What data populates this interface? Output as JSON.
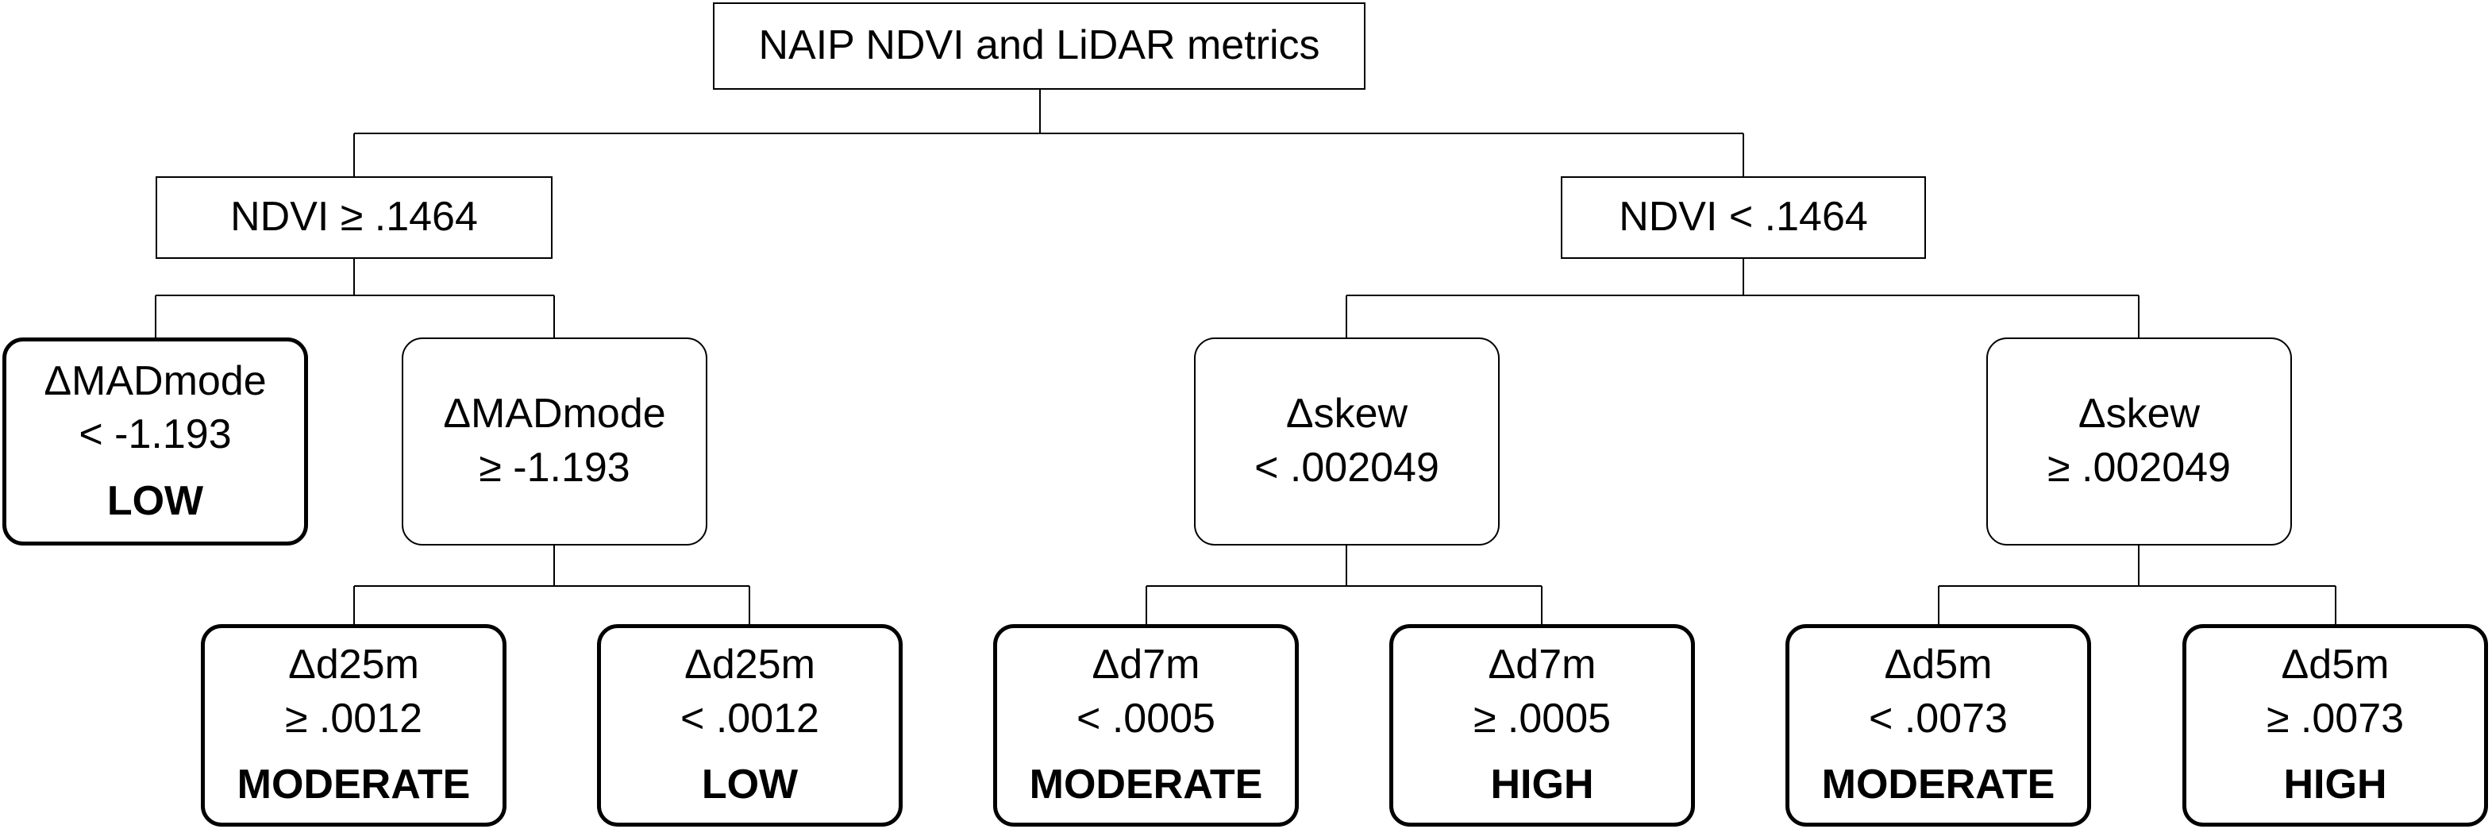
{
  "root": {
    "label": "NAIP NDVI and LiDAR metrics"
  },
  "split_ndvi": {
    "left": {
      "label": "NDVI  ≥ .1464"
    },
    "right": {
      "label": "NDVI  < .1464"
    }
  },
  "ndvi_high_branch": {
    "mad_low": {
      "line1": "ΔMADmode",
      "line2": "< -1.193",
      "class": "LOW"
    },
    "mad_high": {
      "line1": "ΔMADmode",
      "line2": "≥ -1.193"
    },
    "d25_ge": {
      "line1": "Δd25m",
      "line2": "≥ .0012",
      "class": "MODERATE"
    },
    "d25_lt": {
      "line1": "Δd25m",
      "line2": "< .0012",
      "class": "LOW"
    }
  },
  "ndvi_low_branch": {
    "skew_lt": {
      "line1": "Δskew",
      "line2": "< .002049"
    },
    "skew_ge": {
      "line1": "Δskew",
      "line2": "≥ .002049"
    },
    "d7_lt": {
      "line1": "Δd7m",
      "line2": "< .0005",
      "class": "MODERATE"
    },
    "d7_ge": {
      "line1": "Δd7m",
      "line2": "≥ .0005",
      "class": "HIGH"
    },
    "d5_lt": {
      "line1": "Δd5m",
      "line2": "< .0073",
      "class": "MODERATE"
    },
    "d5_ge": {
      "line1": "Δd5m",
      "line2": "≥ .0073",
      "class": "HIGH"
    }
  }
}
